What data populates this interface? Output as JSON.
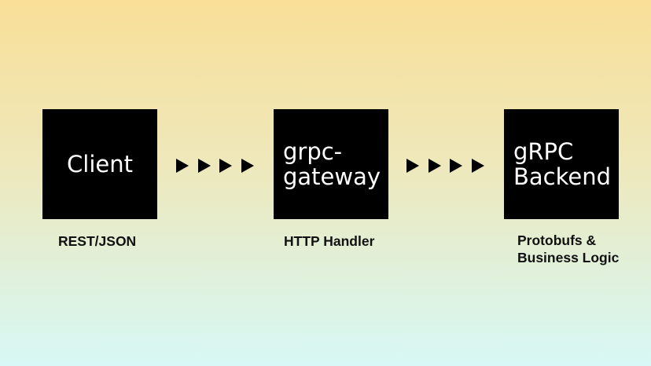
{
  "nodes": {
    "client": {
      "label": "Client",
      "caption": "REST/JSON"
    },
    "gateway": {
      "label": "grpc-\ngateway",
      "caption": "HTTP Handler"
    },
    "backend": {
      "label": "gRPC\nBackend",
      "caption": "Protobufs &\nBusiness Logic"
    }
  },
  "colors": {
    "box": "#000000",
    "box_text": "#ffffff",
    "arrow": "#000000",
    "gradient_top": "#f9df98",
    "gradient_bottom": "#d7f8f6"
  },
  "icons": {
    "connector": "right-triangle-arrow"
  }
}
